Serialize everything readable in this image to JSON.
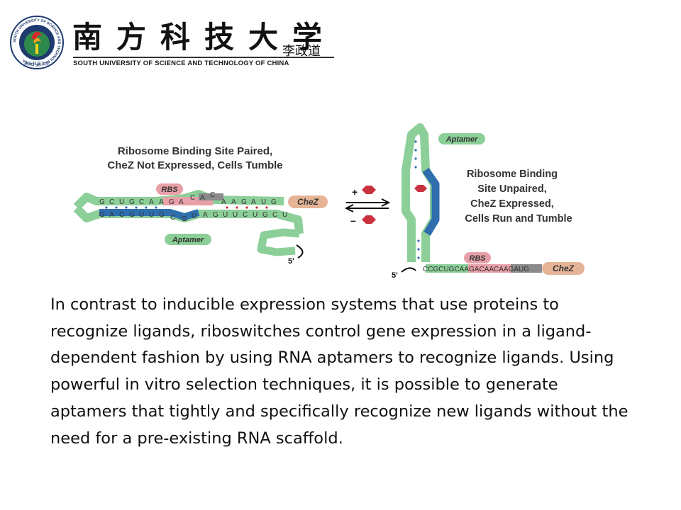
{
  "header": {
    "university_cn": "南方科技大学",
    "university_en": "SOUTH UNIVERSITY OF SCIENCE AND TECHNOLOGY OF CHINA",
    "calligraphy_signature": "李政道",
    "seal_text": "SOUTH UNIVERSITY OF SCIENCE AND TECHNOLOGY OF CHINA",
    "seal_bottom": "南方科技大学"
  },
  "figure": {
    "left_state": {
      "title_line1": "Ribosome Binding Site Paired,",
      "title_line2": "CheZ Not Expressed, Cells Tumble",
      "rbs_label": "RBS",
      "gene_label": "CheZ",
      "aptamer_label": "Aptamer",
      "five_prime": "5'",
      "top_strand": [
        "G",
        "C",
        "U",
        "G",
        "C",
        "A",
        "A",
        "G",
        "A",
        "C",
        "A",
        "C",
        "A",
        "A",
        "G",
        "A",
        "U",
        "G"
      ],
      "bottom_strand": [
        "G",
        "A",
        "C",
        "G",
        "U",
        "U",
        "G",
        "C",
        "G",
        "U",
        "A",
        "G",
        "U",
        "U",
        "C",
        "U",
        "G",
        "C",
        "U"
      ]
    },
    "arrows": {
      "plus": "+",
      "minus": "–"
    },
    "right_state": {
      "title_line1": "Ribosome Binding",
      "title_line2": "Site Unpaired,",
      "title_line3": "CheZ Expressed,",
      "title_line4": "Cells Run and Tumble",
      "aptamer_label": "Aptamer",
      "rbs_label": "RBS",
      "gene_label": "CheZ",
      "five_prime": "5'",
      "sequence": "CCGCUGCAAGACAACAAGAUG"
    },
    "colors": {
      "green": "#8ccf98",
      "blue": "#2f6fad",
      "rbs_pink": "#e8a0a8",
      "gray": "#8a8a8a",
      "ligand_red": "#c8323c",
      "chez_tan": "#e5b497"
    }
  },
  "paragraph": "In contrast to inducible expression systems that use proteins to recognize ligands, riboswitches control gene expression in a ligand-dependent fashion by using RNA aptamers to recognize ligands. Using powerful in vitro selection techniques, it is possible to generate aptamers that tightly and specifically recognize new ligands without the need for a pre-existing RNA scaffold."
}
